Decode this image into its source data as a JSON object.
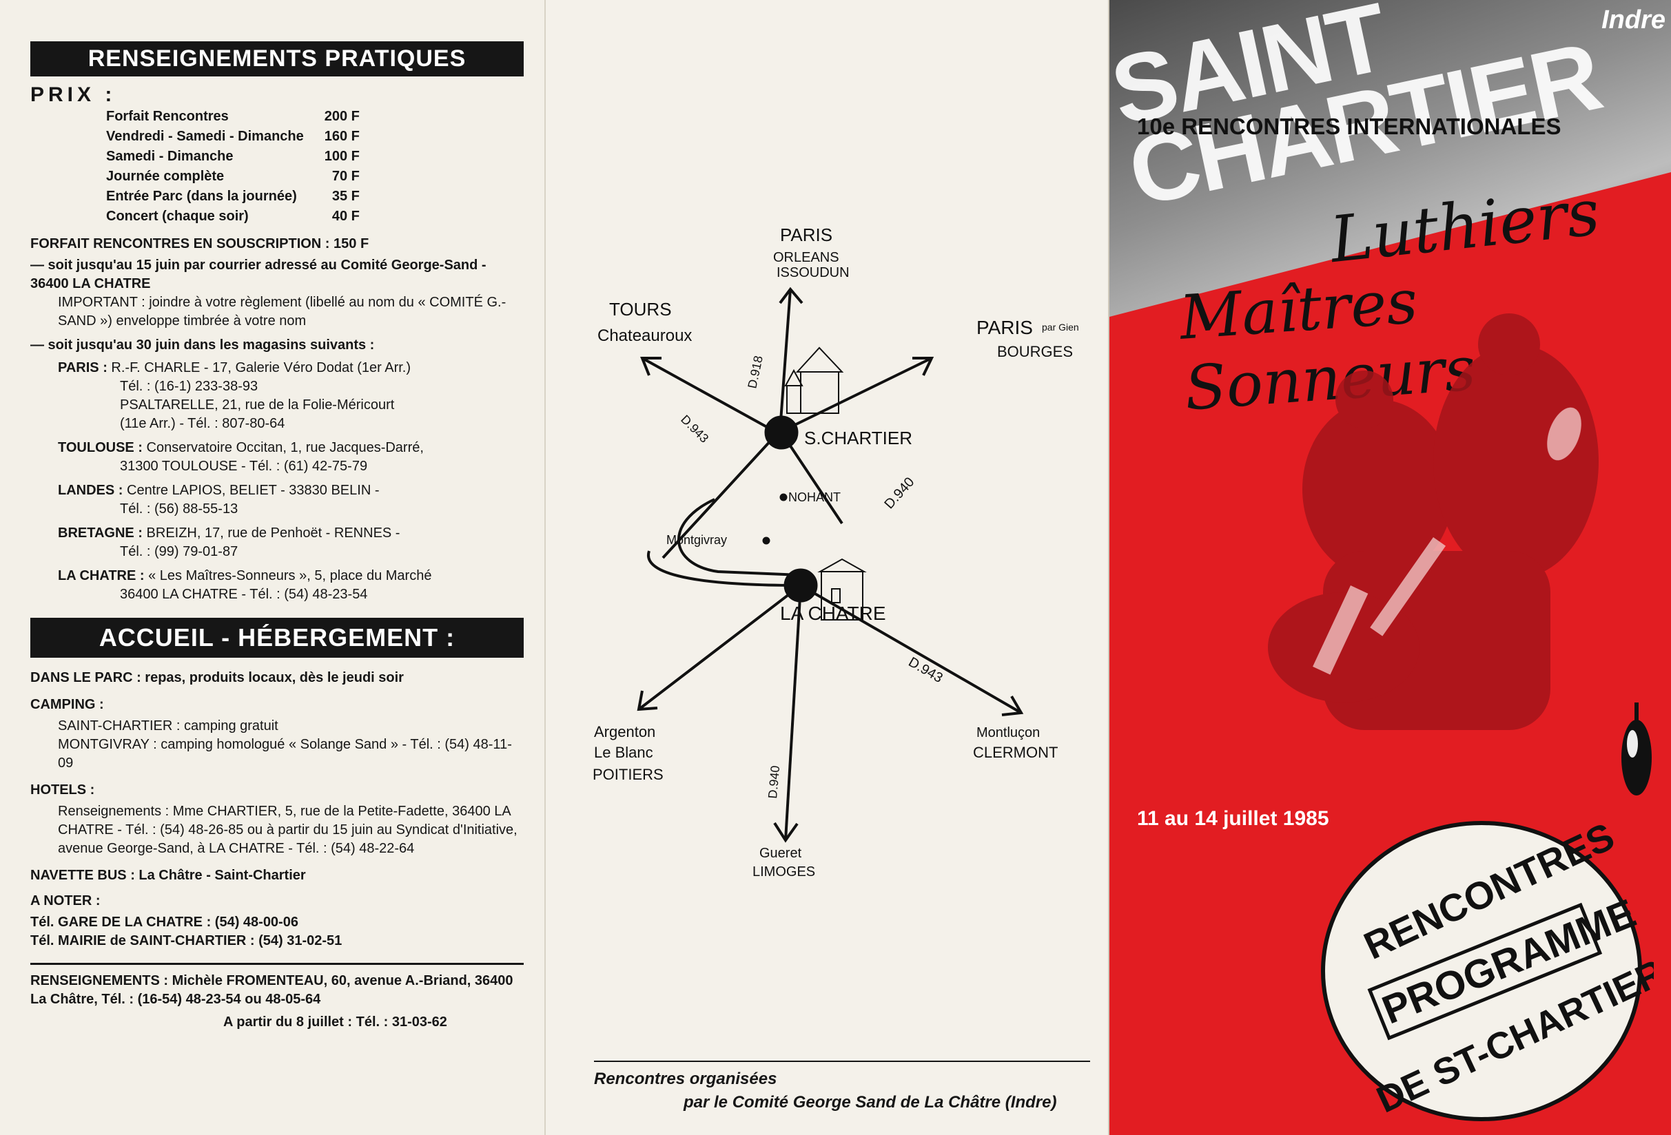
{
  "left": {
    "header": "RENSEIGNEMENTS PRATIQUES",
    "prix_label": "PRIX :",
    "prices": [
      {
        "label": "Forfait Rencontres",
        "value": "200 F"
      },
      {
        "label": "Vendredi - Samedi - Dimanche",
        "value": "160 F"
      },
      {
        "label": "Samedi - Dimanche",
        "value": "100 F"
      },
      {
        "label": "Journée complète",
        "value": "70 F"
      },
      {
        "label": "Entrée Parc (dans la journée)",
        "value": "35 F"
      },
      {
        "label": "Concert (chaque soir)",
        "value": "40 F"
      }
    ],
    "forfait": "FORFAIT RENCONTRES EN SOUSCRIPTION : 150 F",
    "souscription1": "— soit jusqu'au 15 juin par courrier adressé au Comité George-Sand - 36400 LA CHATRE",
    "important": "IMPORTANT : joindre à votre règlement (libellé au nom du « COMITÉ G.-SAND ») enveloppe timbrée à votre nom",
    "souscription2": "— soit jusqu'au 30 juin dans les magasins suivants :",
    "stores": [
      {
        "city": "PARIS :",
        "text": "R.-F. CHARLE - 17, Galerie Véro Dodat (1er Arr.)",
        "tel": "Tél. : (16-1) 233-38-93"
      },
      {
        "city": "",
        "text": "PSALTARELLE, 21, rue de la Folie-Méricourt",
        "tel": "(11e Arr.) - Tél. : 807-80-64"
      },
      {
        "city": "TOULOUSE :",
        "text": "Conservatoire Occitan, 1, rue Jacques-Darré,",
        "tel": "31300 TOULOUSE - Tél. : (61) 42-75-79"
      },
      {
        "city": "LANDES :",
        "text": "Centre LAPIOS, BELIET - 33830 BELIN -",
        "tel": "Tél. : (56) 88-55-13"
      },
      {
        "city": "BRETAGNE :",
        "text": "BREIZH, 17, rue de Penhoët - RENNES -",
        "tel": "Tél. : (99) 79-01-87"
      },
      {
        "city": "LA CHATRE :",
        "text": "« Les Maîtres-Sonneurs », 5, place du Marché",
        "tel": "36400 LA CHATRE - Tél. : (54) 48-23-54"
      }
    ],
    "header2": "ACCUEIL - HÉBERGEMENT :",
    "parc": "DANS LE PARC : repas, produits locaux, dès le jeudi soir",
    "camping_label": "CAMPING :",
    "camping1": "SAINT-CHARTIER : camping gratuit",
    "camping2": "MONTGIVRAY : camping homologué « Solange Sand » - Tél. : (54) 48-11-09",
    "hotels_label": "HOTELS :",
    "hotels": "Renseignements : Mme CHARTIER, 5, rue de la Petite-Fadette, 36400 LA CHATRE - Tél. : (54) 48-26-85 ou à partir du 15 juin au Syndicat d'Initiative, avenue George-Sand, à LA CHATRE - Tél. : (54) 48-22-64",
    "navette": "NAVETTE BUS : La Châtre - Saint-Chartier",
    "noter_label": "A NOTER :",
    "noter1": "Tél. GARE DE LA CHATRE : (54) 48-00-06",
    "noter2": "Tél. MAIRIE de SAINT-CHARTIER : (54) 31-02-51",
    "renseignements": "RENSEIGNEMENTS : Michèle FROMENTEAU, 60, avenue A.-Briand, 36400 La Châtre, Tél. : (16-54) 48-23-54 ou 48-05-64",
    "partir": "A partir du 8 juillet : Tél. : 31-03-62"
  },
  "map": {
    "paris": "PARIS",
    "orleans": "ORLEANS",
    "issoudun": "ISSOUDUN",
    "tours": "TOURS",
    "chateauroux": "Chateauroux",
    "paris_bourges": "PARIS",
    "par_gien": "par Gien",
    "bourges": "BOURGES",
    "d918": "D.918",
    "d943a": "D.943",
    "schartier": "S.CHARTIER",
    "nohant": "NOHANT",
    "d940a": "D.940",
    "montgivray": "Montgivray",
    "lachatre": "LA CHATRE",
    "d943b": "D.943",
    "argenton": "Argenton",
    "leblanc": "Le Blanc",
    "poitiers": "POITIERS",
    "montlucon": "Montluçon",
    "clermont": "CLERMONT",
    "d940b": "D.940",
    "gueret": "Gueret",
    "limoges": "LIMOGES"
  },
  "credit": {
    "line1": "Rencontres organisées",
    "line2": "par le Comité George Sand de La Châtre (Indre)"
  },
  "cover": {
    "title": "SAINT CHARTIER",
    "indre": "Indre",
    "subtitle": "10e RENCONTRES INTERNATIONALES",
    "luthiers": "Luthiers",
    "maitres": "Maîtres Sonneurs",
    "dates": "11 au 14 juillet 1985",
    "stamp_top": "RENCONTRES",
    "stamp_mid": "PROGRAMME",
    "stamp_bot": "DE ST-CHARTIER"
  },
  "colors": {
    "cover_red": "#e21d22",
    "ink": "#161616"
  }
}
